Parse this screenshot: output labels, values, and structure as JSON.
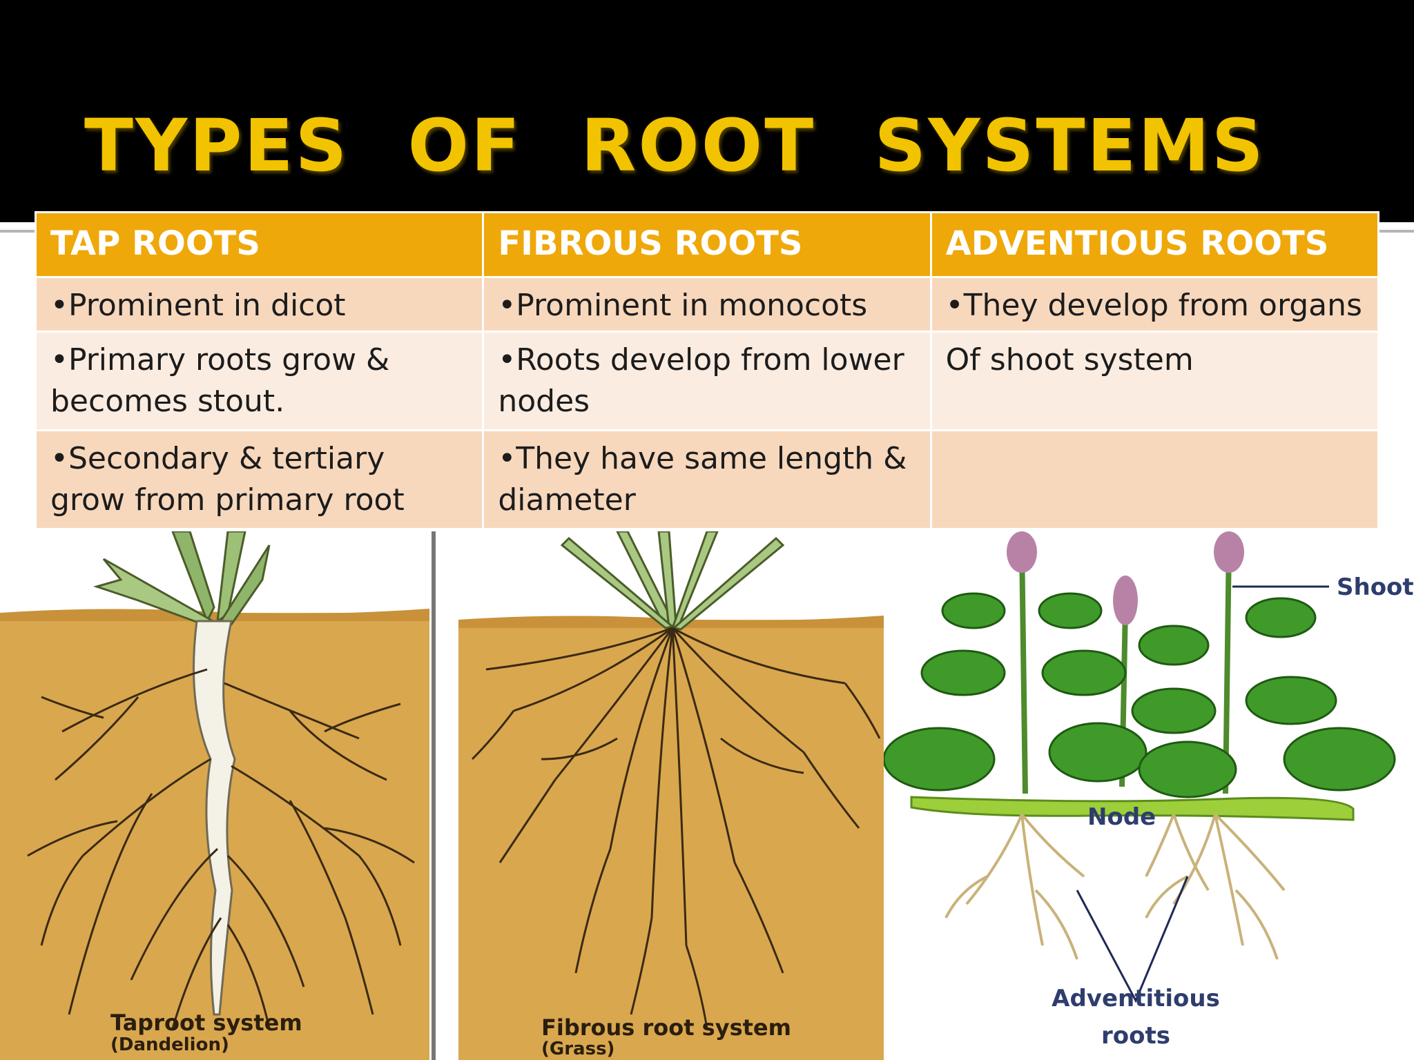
{
  "title": "TYPES  OF   ROOT  SYSTEMS",
  "table": {
    "headers": [
      "TAP ROOTS",
      "FIBROUS ROOTS",
      "ADVENTIOUS ROOTS"
    ],
    "rows": [
      [
        "•Prominent in   dicot",
        "•Prominent in monocots",
        "•They develop from organs"
      ],
      [
        "•Primary roots grow  & becomes stout.",
        "•Roots develop from lower nodes",
        "Of shoot system"
      ],
      [
        "•Secondary & tertiary  grow from primary root",
        "•They have same length & diameter",
        ""
      ]
    ]
  },
  "images": {
    "taproot": {
      "caption": "Taproot system",
      "sub": "(Dandelion)"
    },
    "fibrous": {
      "caption": "Fibrous root system",
      "sub": "(Grass)"
    },
    "adventitious": {
      "shoot": "Shoot",
      "node": "Node",
      "label_line1": "Adventitious",
      "label_line2": "roots"
    }
  },
  "colors": {
    "title": "#f2c300",
    "header_fill": "#efa80a",
    "row_dark": "#f7d8bd",
    "row_light": "#fbece1",
    "soil": "#d9a74e"
  }
}
